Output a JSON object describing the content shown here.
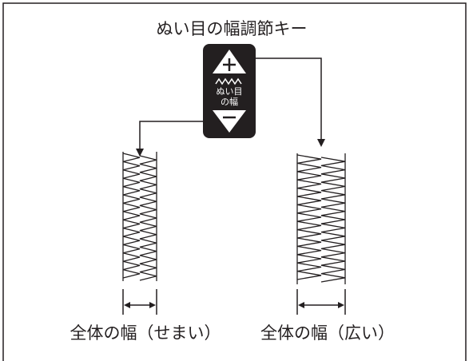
{
  "title": "ぬい目の幅調節キー",
  "key": {
    "label": "ぬい目\nの幅",
    "plus_symbol": "+",
    "minus_symbol": "−"
  },
  "captions": {
    "narrow": "全体の幅（せまい）",
    "wide": "全体の幅（広い）"
  },
  "colors": {
    "ink": "#231f20",
    "background": "#ffffff"
  }
}
